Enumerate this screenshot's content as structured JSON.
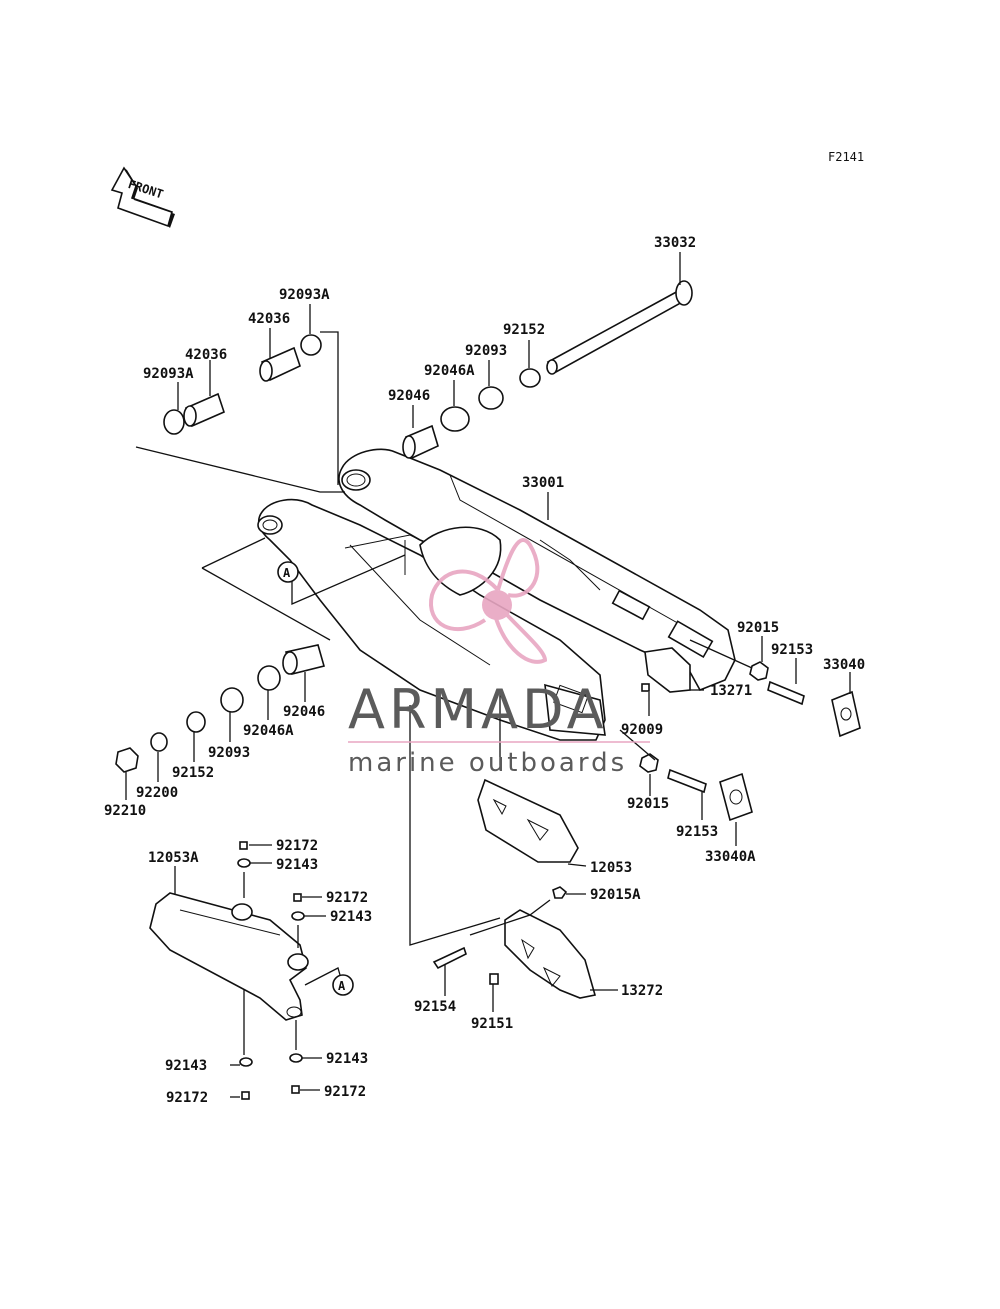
{
  "figure_code": "F2141",
  "front_marker": "FRONT",
  "callout_letter": "A",
  "watermark": {
    "brand": "ARMADA",
    "tagline": "marine outboards",
    "accent_color": "#e8a6c2",
    "text_color": "#5b5b5b"
  },
  "parts": {
    "p33032": "33032",
    "p92093a_top": "92093A",
    "p42036_top": "42036",
    "p42036_left": "42036",
    "p92093a_left": "92093A",
    "p92152_top": "92152",
    "p92093_top": "92093",
    "p92046a_top": "92046A",
    "p92046_top": "92046",
    "p33001": "33001",
    "p92015_top": "92015",
    "p92153_top": "92153",
    "p33040": "33040",
    "p13271": "13271",
    "p92009": "92009",
    "p92015_bot": "92015",
    "p92153_bot": "92153",
    "p33040a": "33040A",
    "p12053": "12053",
    "p92015a": "92015A",
    "p13272": "13272",
    "p92154": "92154",
    "p92151": "92151",
    "p92046_bot": "92046",
    "p92046a_bot": "92046A",
    "p92093_bot": "92093",
    "p92152_bot": "92152",
    "p92200": "92200",
    "p92210": "92210",
    "p12053a": "12053A",
    "p92172_a": "92172",
    "p92143_a": "92143",
    "p92172_b": "92172",
    "p92143_b": "92143",
    "p92143_c": "92143",
    "p92143_d": "92143",
    "p92172_c": "92172",
    "p92172_d": "92172"
  }
}
